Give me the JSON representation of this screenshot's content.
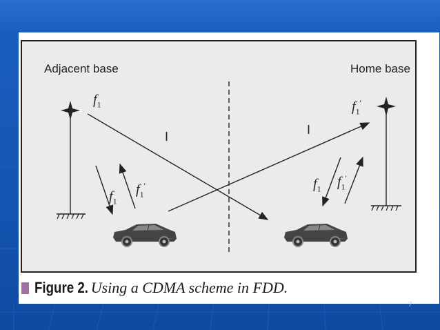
{
  "diagram": {
    "labels": {
      "adjacent_base": "Adjacent base",
      "home_base": "Home base",
      "interference_left": "I",
      "interference_right": "I"
    },
    "frequencies": {
      "adjacent_downlink": {
        "base": "f",
        "sub": "1",
        "prime": ""
      },
      "home_downlink": {
        "base": "f",
        "sub": "1",
        "prime": "'"
      },
      "left_car_downlink": {
        "base": "f",
        "sub": "1",
        "prime": ""
      },
      "left_car_uplink": {
        "base": "f",
        "sub": "1",
        "prime": "'"
      },
      "right_car_downlink": {
        "base": "f",
        "sub": "1",
        "prime": ""
      },
      "right_car_uplink": {
        "base": "f",
        "sub": "1",
        "prime": "'"
      }
    }
  },
  "caption": {
    "prefix": "Figure 2.",
    "text": "Using a CDMA scheme in FDD."
  },
  "slide": {
    "number": "7"
  },
  "colors": {
    "slide_bg": "#1556b3",
    "figure_bg": "#ebebeb",
    "ink": "#222222",
    "caption_bullet": "#a070a0"
  }
}
